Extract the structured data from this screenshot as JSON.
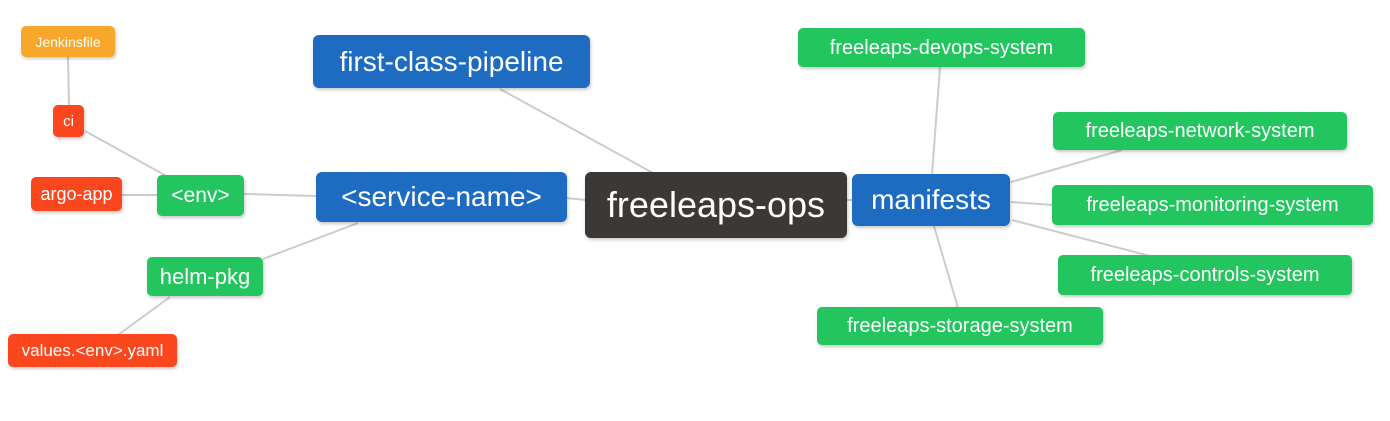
{
  "diagram": {
    "title": "freeleaps-ops mind map",
    "root_id": "freeleaps_ops",
    "nodes": {
      "jenkinsfile": {
        "label": "Jenkinsfile",
        "color": "#F8A72B"
      },
      "ci": {
        "label": "ci",
        "color": "#FA471E"
      },
      "argo_app": {
        "label": "argo-app",
        "color": "#FA471E"
      },
      "env": {
        "label": "<env>",
        "color": "#22C55E"
      },
      "helm_pkg": {
        "label": "helm-pkg",
        "color": "#22C55E"
      },
      "values_env_yaml": {
        "label": "values.<env>.yaml",
        "color": "#FA471E"
      },
      "first_class_pipeline": {
        "label": "first-class-pipeline",
        "color": "#1E6BC2"
      },
      "service_name": {
        "label": "<service-name>",
        "color": "#1E6BC2"
      },
      "freeleaps_ops": {
        "label": "freeleaps-ops",
        "color": "#3B3835"
      },
      "manifests": {
        "label": "manifests",
        "color": "#1E6BC2"
      },
      "devops_system": {
        "label": "freeleaps-devops-system",
        "color": "#22C55E"
      },
      "network_system": {
        "label": "freeleaps-network-system",
        "color": "#22C55E"
      },
      "monitoring_system": {
        "label": "freeleaps-monitoring-system",
        "color": "#22C55E"
      },
      "controls_system": {
        "label": "freeleaps-controls-system",
        "color": "#22C55E"
      },
      "storage_system": {
        "label": "freeleaps-storage-system",
        "color": "#22C55E"
      }
    },
    "edges": [
      {
        "from": "jenkinsfile",
        "to": "ci"
      },
      {
        "from": "ci",
        "to": "env"
      },
      {
        "from": "argo_app",
        "to": "env"
      },
      {
        "from": "env",
        "to": "service_name"
      },
      {
        "from": "helm_pkg",
        "to": "service_name"
      },
      {
        "from": "values_env_yaml",
        "to": "helm_pkg"
      },
      {
        "from": "first_class_pipeline",
        "to": "freeleaps_ops"
      },
      {
        "from": "service_name",
        "to": "freeleaps_ops"
      },
      {
        "from": "freeleaps_ops",
        "to": "manifests"
      },
      {
        "from": "manifests",
        "to": "devops_system"
      },
      {
        "from": "manifests",
        "to": "network_system"
      },
      {
        "from": "manifests",
        "to": "monitoring_system"
      },
      {
        "from": "manifests",
        "to": "controls_system"
      },
      {
        "from": "manifests",
        "to": "storage_system"
      }
    ],
    "colors": {
      "background": "#FFFFFF",
      "edge": "#CCCCCC",
      "text": "#FFFFFF",
      "blue": "#1E6BC2",
      "green": "#22C55E",
      "red_orange": "#FA471E",
      "orange": "#F8A72B",
      "dark": "#3B3835"
    }
  }
}
